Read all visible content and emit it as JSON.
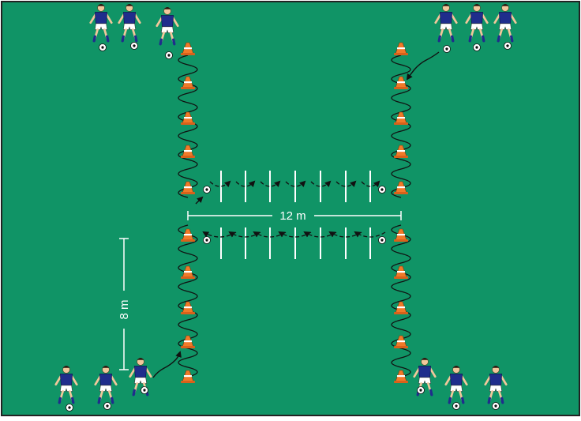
{
  "colors": {
    "field": "#109466",
    "border": "#222222",
    "line": "#ffffff",
    "cone": "#f07a28",
    "jersey": "#1f2d8c",
    "shorts": "#ffffff",
    "skin": "#f2c79b",
    "arrow": "#111111"
  },
  "measurements": {
    "width_label": "12 m",
    "height_label": "8 m"
  },
  "icons": {
    "cone": "cone-icon",
    "player": "player-icon",
    "ball": "ball-icon",
    "dribble_path": "wavy-dribble-path",
    "pass": "pass-arrow"
  }
}
